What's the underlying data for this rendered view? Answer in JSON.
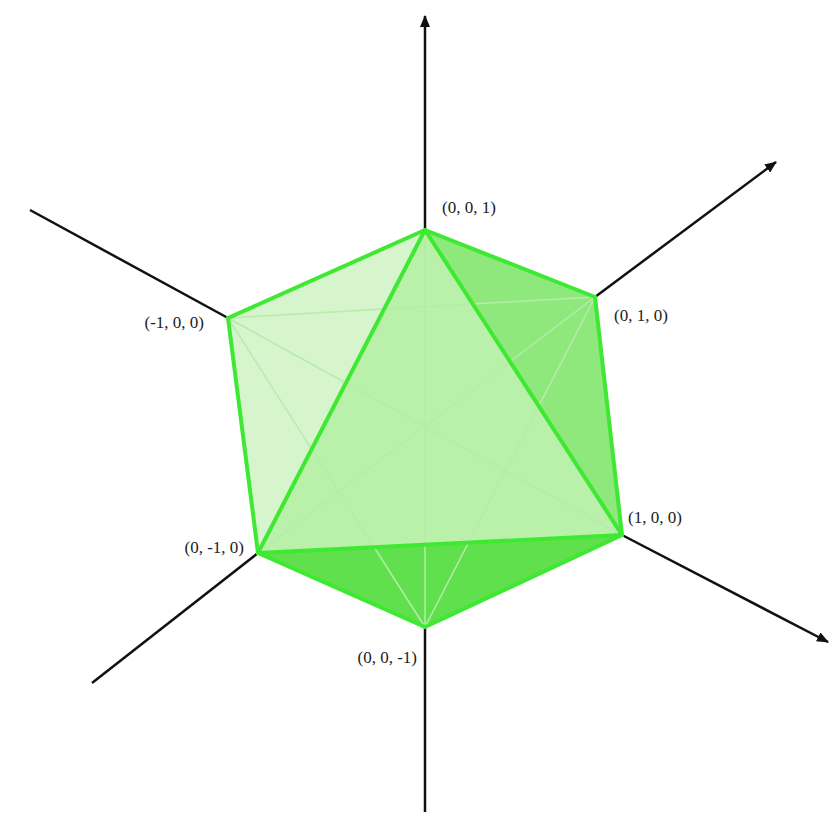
{
  "diagram": {
    "labels": [
      "(0, 0, 1)",
      "(0, 1, 0)",
      "(-1, 0, 0)",
      "(0, -1, 0)",
      "(1, 0, 0)",
      "(0, 0, -1)"
    ]
  }
}
